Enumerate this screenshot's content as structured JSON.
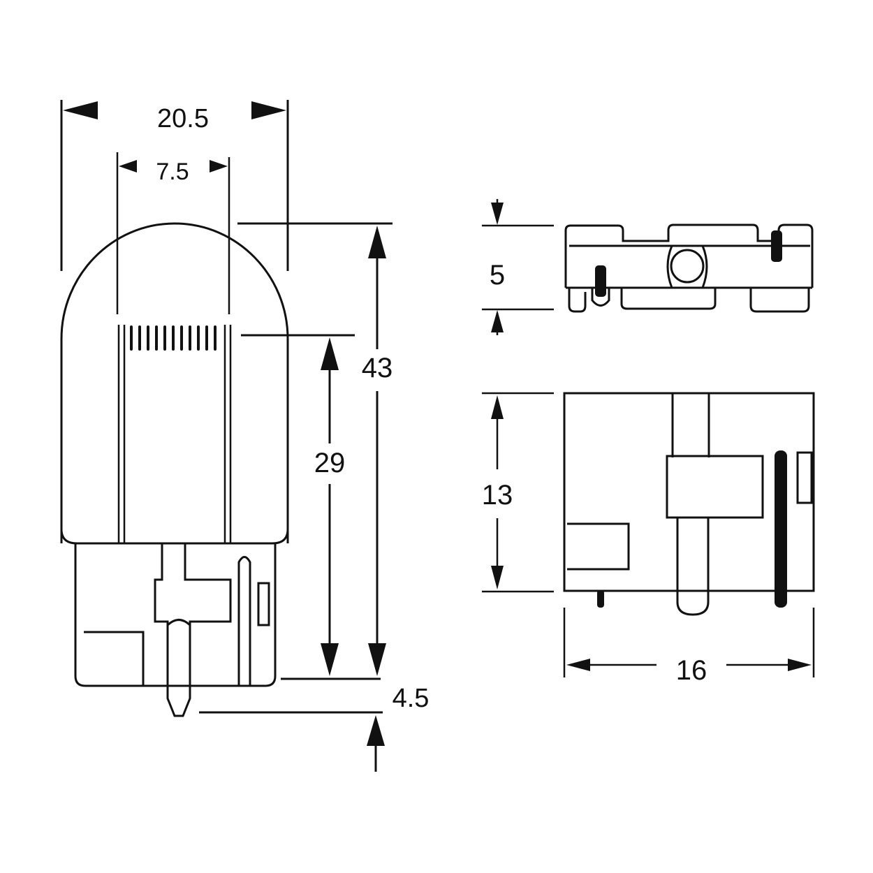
{
  "dimensions": {
    "bulb_width": "20.5",
    "filament_width": "7.5",
    "overall_height": "43",
    "light_center_height": "29",
    "terminal_length": "4.5",
    "base_thickness": "5",
    "base_height": "13",
    "base_width": "16"
  },
  "colors": {
    "line": "#111111",
    "background": "#ffffff"
  }
}
